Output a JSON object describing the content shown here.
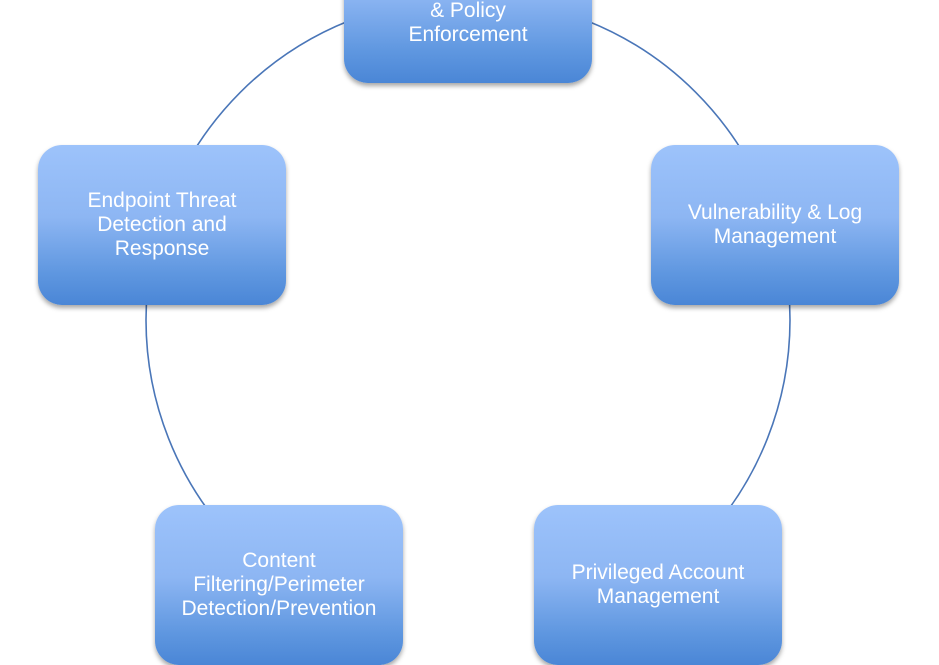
{
  "nodes": {
    "top": {
      "lines": [
        "& Policy",
        "Enforcement"
      ]
    },
    "right": {
      "lines": [
        "Vulnerability & Log",
        "Management"
      ]
    },
    "bottom_right": {
      "lines": [
        "Privileged Account",
        "Management"
      ]
    },
    "bottom_left": {
      "lines": [
        "Content",
        "Filtering/Perimeter",
        "Detection/Prevention"
      ]
    },
    "left": {
      "lines": [
        "Endpoint Threat",
        "Detection and",
        "Response"
      ]
    }
  },
  "colors": {
    "ring": "#4a76b8",
    "box_top": "#9dc3fb",
    "box_bottom": "#4a86d6"
  }
}
